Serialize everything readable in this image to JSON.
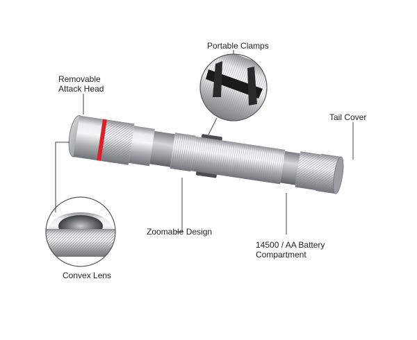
{
  "diagram": {
    "subject": "flashlight",
    "labels": {
      "portable_clamps": "Portable Clamps",
      "removable_head_line1": "Removable",
      "removable_head_line2": "Attack  Head",
      "tail_cover": "Tail Cover",
      "zoomable_design": "Zoomable Design",
      "battery_line1": "14500 / AA Battery",
      "battery_line2": "Compartment",
      "convex_lens": "Convex Lens"
    },
    "colors": {
      "body_metal": "#b5b8bb",
      "accent_ring": "#d8222a",
      "leader_line": "#444444",
      "clamp": "#1a1a1a"
    }
  }
}
